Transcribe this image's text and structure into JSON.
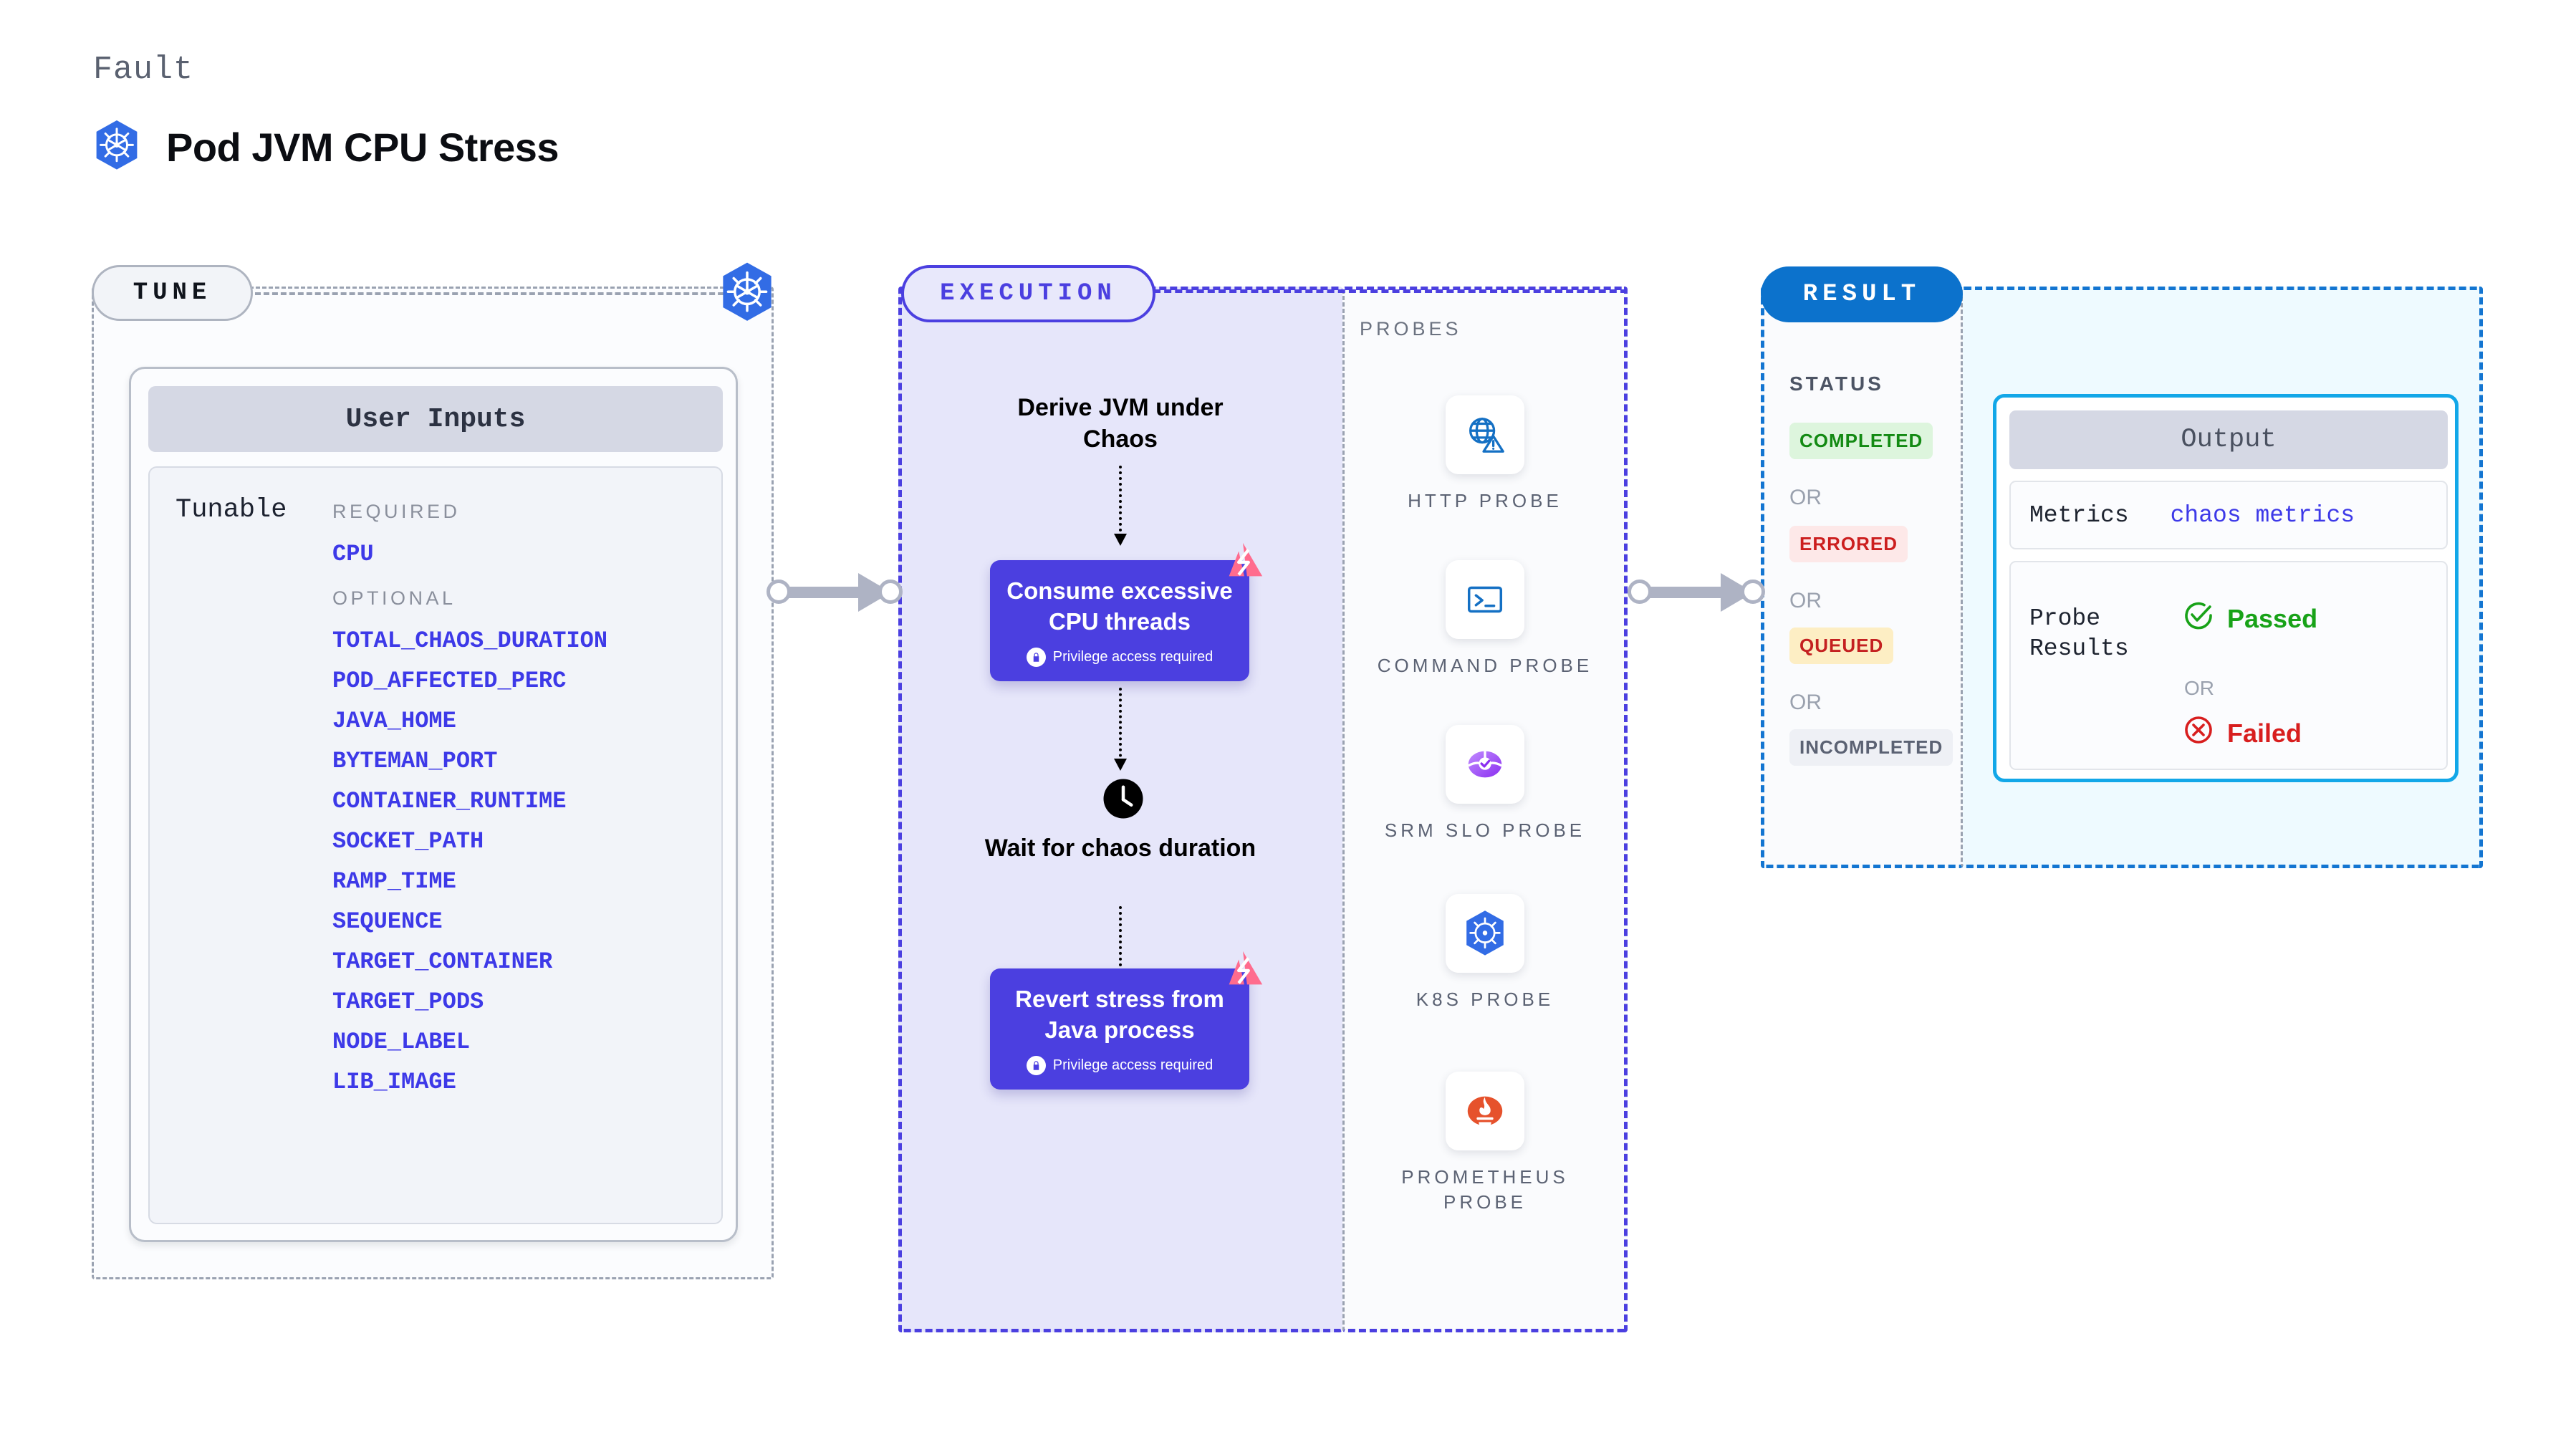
{
  "header": {
    "eyebrow": "Fault",
    "title": "Pod JVM CPU Stress",
    "icon": "kubernetes-icon"
  },
  "tune": {
    "pill_label": "TUNE",
    "edge_icon": "kubernetes-icon",
    "user_inputs_title": "User Inputs",
    "tunable_label": "Tunable",
    "groups": [
      {
        "heading": "REQUIRED",
        "items": [
          "CPU"
        ]
      },
      {
        "heading": "OPTIONAL",
        "items": [
          "TOTAL_CHAOS_DURATION",
          "POD_AFFECTED_PERC",
          "JAVA_HOME",
          "BYTEMAN_PORT",
          "CONTAINER_RUNTIME",
          "SOCKET_PATH",
          "RAMP_TIME",
          "SEQUENCE",
          "TARGET_CONTAINER",
          "TARGET_PODS",
          "NODE_LABEL",
          "LIB_IMAGE"
        ]
      }
    ]
  },
  "execution": {
    "pill_label": "EXECUTION",
    "step1_text": "Derive JVM under Chaos",
    "action1": {
      "title": "Consume excessive CPU threads",
      "privilege": "Privilege access required",
      "badge": "litmus-logo-icon",
      "lock": "lock-icon"
    },
    "wait_text": "Wait for chaos duration",
    "wait_icon": "clock-icon",
    "action2": {
      "title": "Revert stress from Java process",
      "privilege": "Privilege access required",
      "badge": "litmus-logo-icon",
      "lock": "lock-icon"
    }
  },
  "probes": {
    "label": "PROBES",
    "items": [
      {
        "label": "HTTP PROBE",
        "icon": "globe-warning-icon"
      },
      {
        "label": "COMMAND PROBE",
        "icon": "terminal-icon"
      },
      {
        "label": "SRM SLO PROBE",
        "icon": "srm-slo-gauge-icon"
      },
      {
        "label": "K8S PROBE",
        "icon": "kubernetes-icon"
      },
      {
        "label": "PROMETHEUS PROBE",
        "icon": "prometheus-icon"
      }
    ]
  },
  "result": {
    "pill_label": "RESULT",
    "status_label": "STATUS",
    "or_label": "OR",
    "statuses": [
      {
        "label": "COMPLETED",
        "bg": "#ddf5dd",
        "fg": "#138a13"
      },
      {
        "label": "ERRORED",
        "bg": "#fde8e8",
        "fg": "#cc1e1e"
      },
      {
        "label": "QUEUED",
        "bg": "#fdeec4",
        "fg": "#c42020"
      },
      {
        "label": "INCOMPLETED",
        "bg": "#eef0f5",
        "fg": "#5b6273"
      }
    ],
    "output": {
      "title": "Output",
      "metrics_key": "Metrics",
      "metrics_value": "chaos metrics",
      "probe_results_key": "Probe Results",
      "passed_label": "Passed",
      "failed_label": "Failed",
      "or_label": "OR",
      "passed_icon": "check-circle-icon",
      "failed_icon": "x-circle-icon"
    }
  },
  "connectors": {
    "tune_to_execution": "arrow-right-icon",
    "probes_to_result": "arrow-right-icon"
  },
  "colors": {
    "accent_purple": "#4b3fe0",
    "accent_blue": "#0c72cc",
    "k8s_blue": "#326ce5",
    "litmus_pink": "#ff6c8e",
    "output_border": "#12a7e8"
  }
}
